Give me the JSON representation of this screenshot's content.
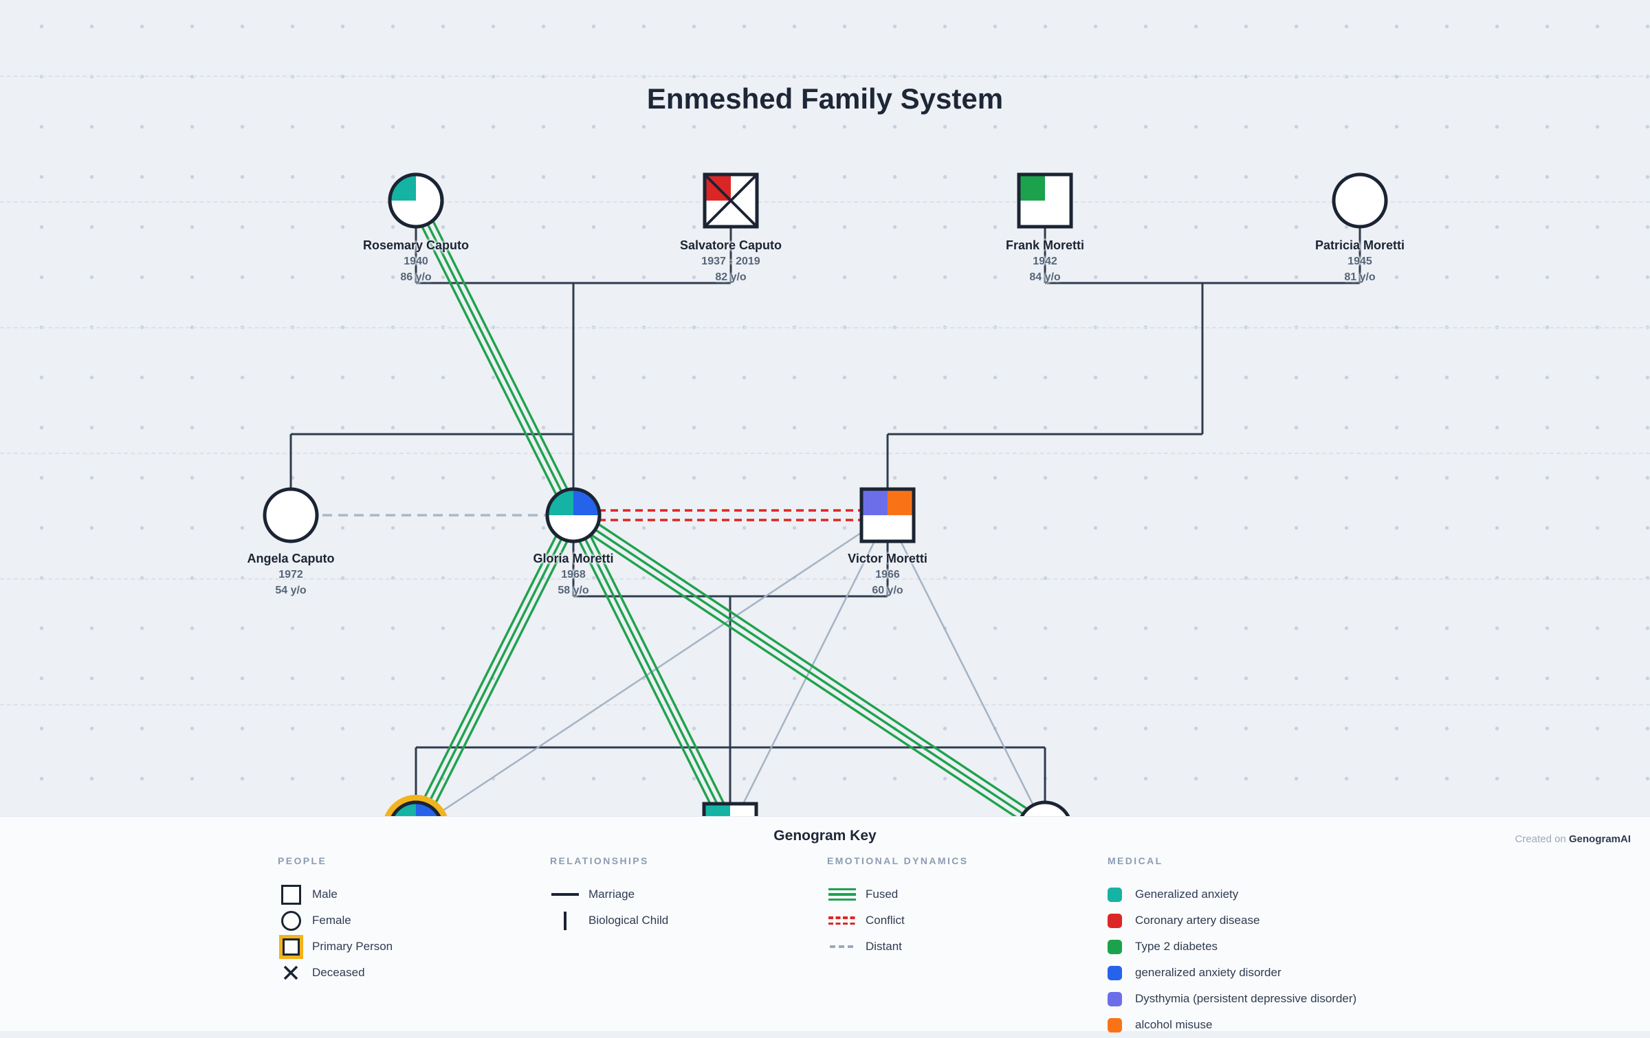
{
  "title": "Enmeshed Family System",
  "people": [
    {
      "name": "Rosemary Caputo",
      "dates": "1940",
      "age": "86 y/o"
    },
    {
      "name": "Salvatore Caputo",
      "dates": "1937 - 2019",
      "age": "82 y/o"
    },
    {
      "name": "Frank Moretti",
      "dates": "1942",
      "age": "84 y/o"
    },
    {
      "name": "Patricia Moretti",
      "dates": "1945",
      "age": "81 y/o"
    },
    {
      "name": "Angela Caputo",
      "dates": "1972",
      "age": "54 y/o"
    },
    {
      "name": "Gloria Moretti",
      "dates": "1968",
      "age": "58 y/o"
    },
    {
      "name": "Victor Moretti",
      "dates": "1966",
      "age": "60 y/o"
    }
  ],
  "palette": {
    "teal": "#15b3a3",
    "red": "#dc2626",
    "green": "#1ca24c",
    "blue": "#2563eb",
    "indigo": "#6c6ee9",
    "orange": "#f97316",
    "gold": "#f2b31d",
    "fused_green": "#1fa24e",
    "conflict_red": "#e02525",
    "distant_gray": "#9fb0c3",
    "line_dark": "#2e3c50"
  },
  "key": {
    "title": "Genogram Key",
    "created_prefix": "Created on ",
    "created_brand": "GenogramAI",
    "sections": {
      "people": "PEOPLE",
      "relationships": "RELATIONSHIPS",
      "emotional": "EMOTIONAL DYNAMICS",
      "medical": "MEDICAL"
    },
    "people_items": [
      "Male",
      "Female",
      "Primary Person",
      "Deceased"
    ],
    "relationship_items": [
      "Marriage",
      "Biological Child"
    ],
    "emotional_items": [
      "Fused",
      "Conflict",
      "Distant"
    ],
    "medical_items": [
      {
        "label": "Generalized anxiety",
        "color": "#15b3a3"
      },
      {
        "label": "Coronary artery disease",
        "color": "#dc2626"
      },
      {
        "label": "Type 2 diabetes",
        "color": "#1ca24c"
      },
      {
        "label": "generalized anxiety disorder",
        "color": "#2563eb"
      },
      {
        "label": "Dysthymia (persistent depressive disorder)",
        "color": "#6c6ee9"
      },
      {
        "label": "alcohol misuse",
        "color": "#f97316"
      }
    ]
  }
}
